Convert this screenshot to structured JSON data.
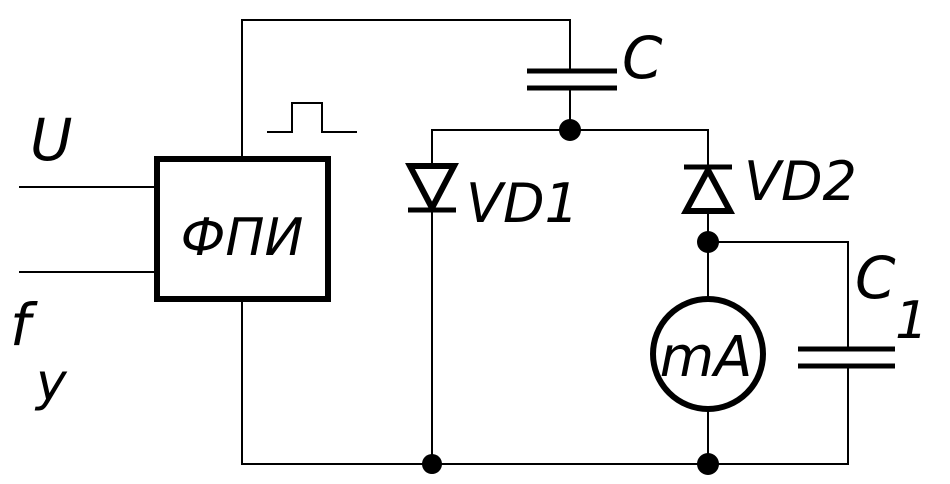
{
  "labels": {
    "input_u": "U",
    "input_f": "f",
    "input_f_sub": "y",
    "block": "ФПИ",
    "cap_c": "C",
    "vd1": "VD1",
    "vd2": "VD2",
    "cap_c1": "C",
    "cap_c1_sub": "1",
    "meter": "mA"
  }
}
